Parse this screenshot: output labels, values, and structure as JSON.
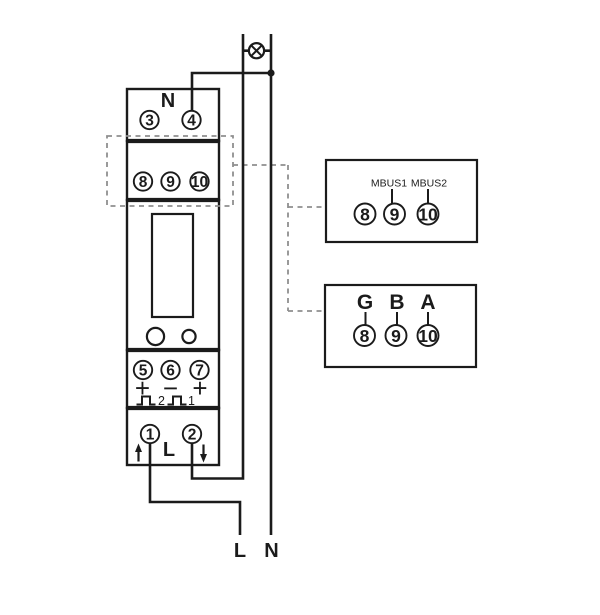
{
  "colors": {
    "line": "#1b1b1b",
    "dashed": "#8f8f8f",
    "background": "#ffffff"
  },
  "meter": {
    "neutral_section": {
      "label": "N",
      "terminals": [
        "3",
        "4"
      ]
    },
    "comm_section": {
      "terminals": [
        "8",
        "9",
        "10"
      ]
    },
    "pulse_section": {
      "terminals": [
        "5",
        "6",
        "7"
      ],
      "polarity": [
        "+",
        "−",
        "+"
      ],
      "pulse_outputs": [
        "2",
        "1"
      ]
    },
    "line_section": {
      "label": "L",
      "terminals": [
        "1",
        "2"
      ]
    }
  },
  "mbus_option": {
    "labels": [
      "MBUS1",
      "MBUS2"
    ],
    "terminals": [
      "8",
      "9",
      "10"
    ]
  },
  "rs485_option": {
    "labels": [
      "G",
      "B",
      "A"
    ],
    "terminals": [
      "8",
      "9",
      "10"
    ]
  },
  "supply": {
    "line": "L",
    "neutral": "N"
  }
}
